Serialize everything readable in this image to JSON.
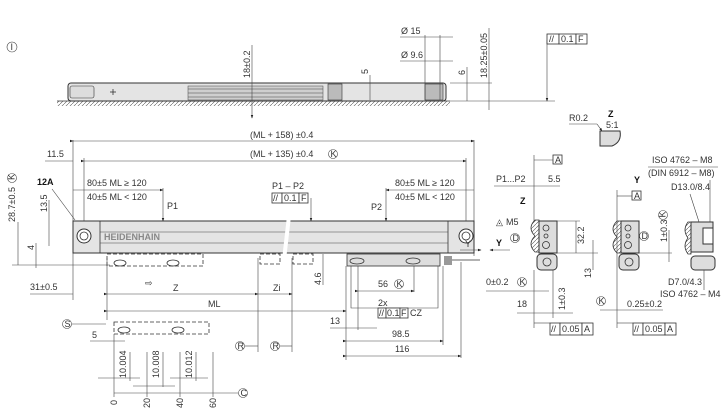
{
  "views": {
    "side_view": {
      "marker": "I",
      "dim_height": "18±0.2",
      "dim_5": "5",
      "dim_d15": "Ø 15",
      "dim_d96": "Ø 9.6",
      "dim_6": "6",
      "dim_height_fine": "18.25±0.05",
      "tolerance": {
        "symbol": "//",
        "value": "0.1",
        "datum": "F"
      }
    },
    "front_view": {
      "overall": "(ML + 158) ±0.4",
      "mount_span": "(ML + 135) ±0.4",
      "mount_span_mark": "K",
      "dim_11_5": "11.5",
      "callout_12a": "12A",
      "left_80": "80±5 ML ≥ 120",
      "left_40": "40±5 ML < 120",
      "right_80": "80±5 ML ≥ 120",
      "right_40": "40±5 ML < 120",
      "p1": "P1",
      "p2": "P2",
      "p1_p2": "P1 – P2",
      "tol_p": {
        "symbol": "//",
        "value": "0.1",
        "datum": "F"
      },
      "dim_28_7": "28.7±0.5",
      "dim_28_7_mark": "K",
      "dim_13_5": "13.5",
      "dim_4": "4",
      "dim_31": "31±0.5",
      "z": "Z",
      "zi": "Zi",
      "dim_4_6": "4.6",
      "dim_56": "56",
      "dim_56_mark": "K",
      "ml": "ML",
      "twox": "2x",
      "tol_cz": {
        "symbol": "//",
        "value": "0.1",
        "datum": "F",
        "suffix": "CZ"
      },
      "dim_13": "13",
      "dim_98_5": "98.5",
      "dim_116": "116",
      "brand": "HEIDENHAIN",
      "y_arrow": "Y",
      "marker_r": "R",
      "marker_s": "S",
      "dim_5": "5",
      "marker_c": "C",
      "pitch": [
        "10.004",
        "10.008",
        "10.012"
      ],
      "ticks": [
        "0",
        "20",
        "40",
        "60"
      ]
    },
    "detail_z": {
      "label": "Z",
      "scale": "5:1",
      "radius": "R0.2"
    },
    "section_left": {
      "datum": "A",
      "p1p2": "P1...P2",
      "dim_5_5": "5.5",
      "z": "Z",
      "m5": "M5",
      "y": "Y",
      "marker_d": "D",
      "dim_32_2": "32.2",
      "dim_13": "13",
      "dim_1": "1±0.3",
      "dim_0": "0±0.2",
      "mark_k": "K",
      "dim_18": "18",
      "tol": {
        "symbol": "//",
        "value": "0.05",
        "datum": "A"
      }
    },
    "section_right": {
      "datum": "A",
      "y": "Y",
      "marker_d": "D",
      "dim_1": "1±0.3",
      "mark_k": "K",
      "iso_m8": "ISO 4762 – M8",
      "din_m8": "(DIN 6912 – M8)",
      "d13": "D13.0/8.4",
      "d7": "D7.0/4.3",
      "iso_m4": "ISO 4762 – M4",
      "dim_0_25": "0.25±0.2",
      "tol": {
        "symbol": "//",
        "value": "0.05",
        "datum": "A"
      }
    }
  }
}
